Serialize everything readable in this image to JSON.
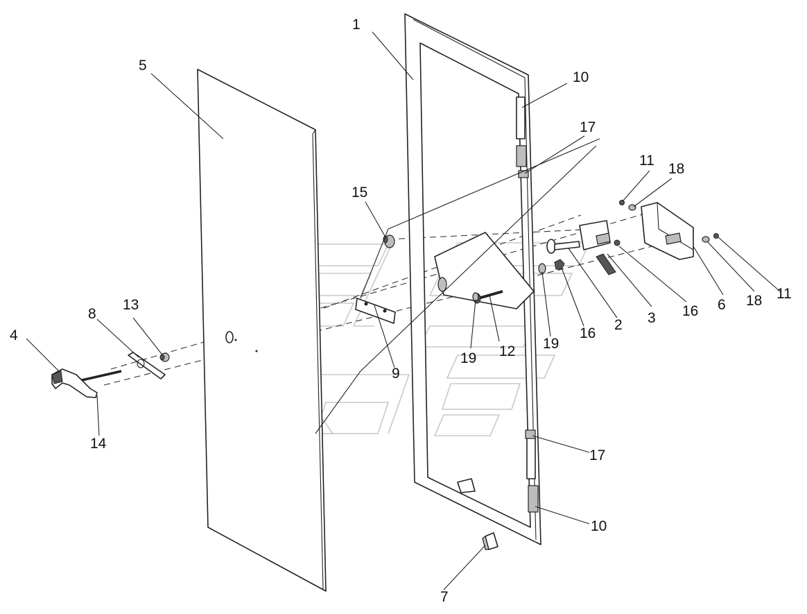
{
  "diagram": {
    "callouts": [
      {
        "id": "c1",
        "text": "1"
      },
      {
        "id": "c10a",
        "text": "10"
      },
      {
        "id": "c17a",
        "text": "17"
      },
      {
        "id": "c5",
        "text": "5"
      },
      {
        "id": "c11a",
        "text": "11"
      },
      {
        "id": "c18a",
        "text": "18"
      },
      {
        "id": "c15",
        "text": "15"
      },
      {
        "id": "c6",
        "text": "6"
      },
      {
        "id": "c18b",
        "text": "18"
      },
      {
        "id": "c11b",
        "text": "11"
      },
      {
        "id": "c16a",
        "text": "16"
      },
      {
        "id": "c3",
        "text": "3"
      },
      {
        "id": "c2",
        "text": "2"
      },
      {
        "id": "c16b",
        "text": "16"
      },
      {
        "id": "c13",
        "text": "13"
      },
      {
        "id": "c8",
        "text": "8"
      },
      {
        "id": "c4",
        "text": "4"
      },
      {
        "id": "c19a",
        "text": "19"
      },
      {
        "id": "c12",
        "text": "12"
      },
      {
        "id": "c19b",
        "text": "19"
      },
      {
        "id": "c9",
        "text": "9"
      },
      {
        "id": "c14",
        "text": "14"
      },
      {
        "id": "c17b",
        "text": "17"
      },
      {
        "id": "c10b",
        "text": "10"
      },
      {
        "id": "c7",
        "text": "7"
      }
    ]
  }
}
